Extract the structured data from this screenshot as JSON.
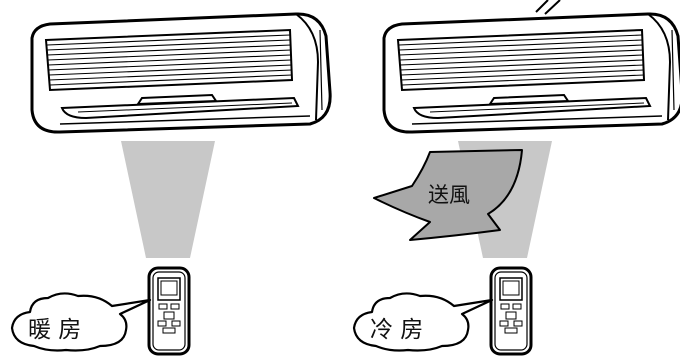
{
  "panels": [
    {
      "mode_label": "暖 房"
    },
    {
      "mode_label": "冷 房",
      "airflow_label": "送風"
    }
  ]
}
